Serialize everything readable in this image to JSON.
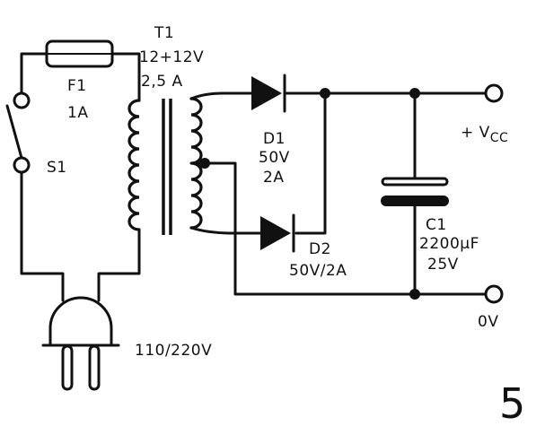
{
  "figure": {
    "number": "5"
  },
  "components": {
    "transformer": {
      "ref": "T1",
      "rating_line1": "12+12V",
      "rating_line2": "2,5 A"
    },
    "fuse": {
      "ref": "F1",
      "rating": "1A"
    },
    "switch": {
      "ref": "S1"
    },
    "diode1": {
      "ref": "D1",
      "rating_line1": "50V",
      "rating_line2": "2A"
    },
    "diode2": {
      "ref": "D2",
      "rating": "50V/2A"
    },
    "capacitor": {
      "ref": "C1",
      "rating_line1": "2200µF",
      "rating_line2": "25V"
    },
    "plug": {
      "rating": "110/220V"
    }
  },
  "outputs": {
    "positive": {
      "label_prefix": "+ V",
      "label_sub": "CC"
    },
    "ground": {
      "label": "0V"
    }
  },
  "colors": {
    "ink": "#111111",
    "paper": "#ffffff"
  }
}
